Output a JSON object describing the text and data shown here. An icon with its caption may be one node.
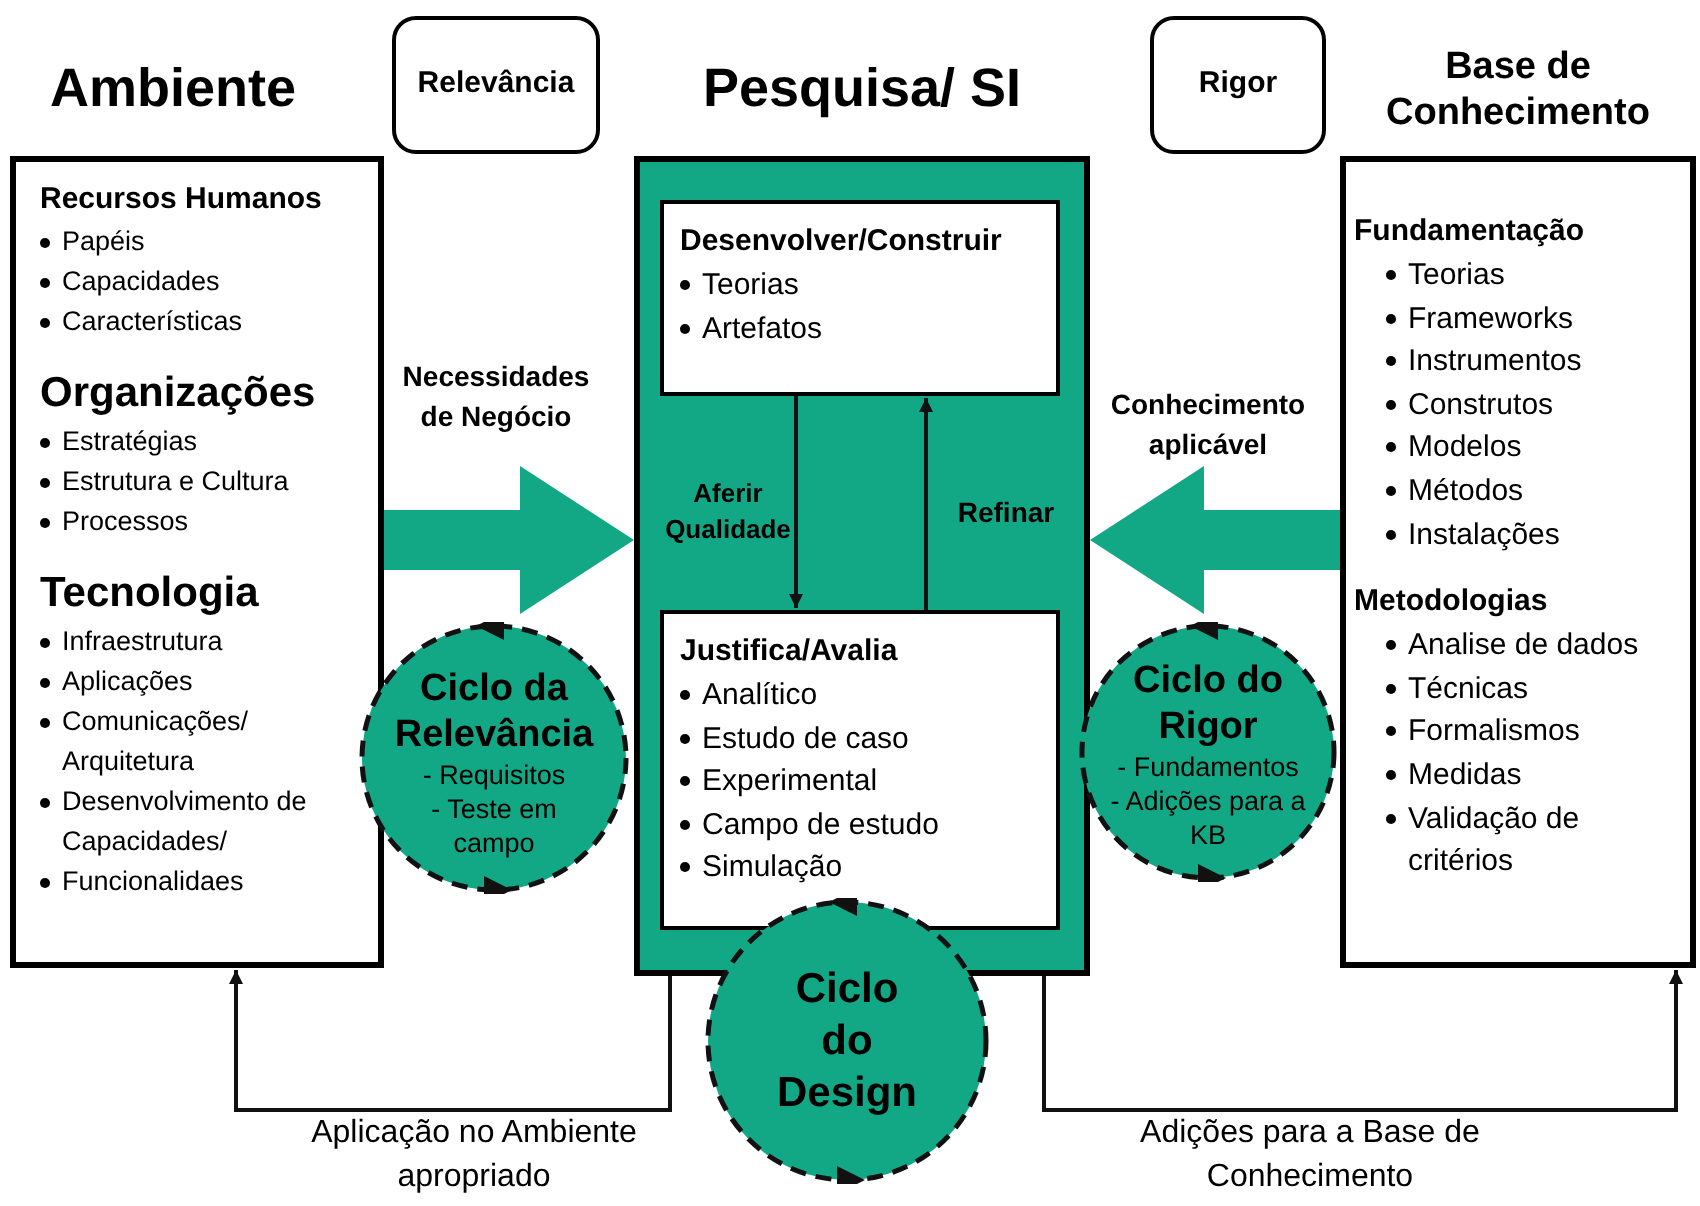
{
  "diagram": {
    "nodes": [
      {
        "text": [
          "Ambiente",
          "Recursos Humanos",
          "Papéis",
          "Capacidades",
          "Características",
          "Organizações",
          "Estratégias",
          "Estrutura e Cultura",
          "Processos",
          "Tecnologia",
          "Infraestrutura",
          "Aplicações",
          "Comunicações/ Arquitetura",
          "Desenvolvimento de Capacidades/",
          "Funcionalidaes"
        ]
      },
      {
        "text": [
          "Relevância"
        ]
      },
      {
        "text": [
          "Pesquisa/ SI"
        ]
      },
      {
        "text": [
          "Desenvolver/Construir",
          "Teorias",
          "Artefatos"
        ],
        "in": 2
      },
      {
        "text": [
          "Justifica/Avalia",
          "Analítico",
          "Estudo de caso",
          "Experimental",
          "Campo de estudo",
          "Simulação"
        ],
        "in": 2
      },
      {
        "text": [
          "Rigor"
        ]
      },
      {
        "text": [
          "Base de Conhecimento",
          "Fundamentação",
          "Teorias",
          "Frameworks",
          "Instrumentos",
          "Construtos",
          "Modelos",
          "Métodos",
          "Instalações",
          "Metodologias",
          "Analise de dados",
          "Técnicas",
          "Formalismos",
          "Medidas",
          "Validação de critérios"
        ]
      },
      {
        "text": [
          "Ciclo da Relevância",
          "- Requisitos",
          "- Teste em campo"
        ]
      },
      {
        "text": [
          "Ciclo do Rigor",
          "- Fundamentos",
          "- Adições para a KB"
        ]
      },
      {
        "text": [
          "Ciclo do Design"
        ]
      }
    ],
    "edges": [
      {
        "from": 0,
        "to": 2,
        "arrow": "to",
        "label": "Necessidades de Negócio",
        "style": "thick",
        "color": "#12a886"
      },
      {
        "from": 6,
        "to": 2,
        "arrow": "to",
        "label": "Conhecimento aplicável",
        "style": "thick",
        "color": "#12a886"
      },
      {
        "from": 3,
        "to": 4,
        "arrow": "to",
        "label": "Aferir Qualidade"
      },
      {
        "from": 4,
        "to": 3,
        "arrow": "to",
        "label": "Refinar"
      },
      {
        "from": 2,
        "to": 0,
        "arrow": "to",
        "label": "Aplicação no Ambiente apropriado"
      },
      {
        "from": 2,
        "to": 6,
        "arrow": "to",
        "label": "Adições para a Base de Conhecimento"
      }
    ]
  }
}
